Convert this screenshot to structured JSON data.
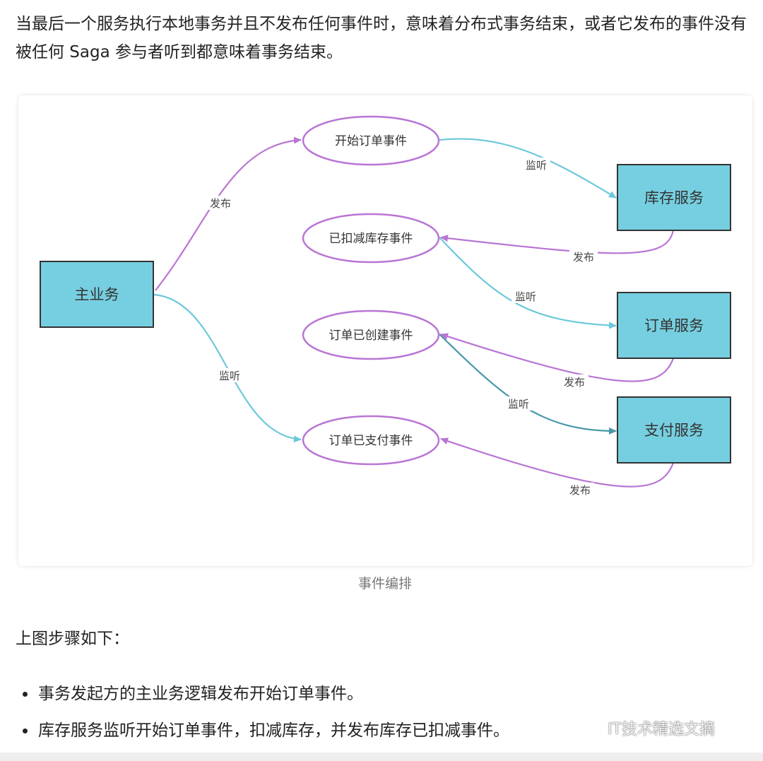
{
  "intro_text": "当最后一个服务执行本地事务并且不发布任何事件时，意味着分布式事务结束，或者它发布的事件没有被任何 Saga 参与者听到都意味着事务结束。",
  "diagram": {
    "nodes": {
      "main": "主业务",
      "inventory": "库存服务",
      "order": "订单服务",
      "payment": "支付服务"
    },
    "events": {
      "start_order": "开始订单事件",
      "stock_deducted": "已扣减库存事件",
      "order_created": "订单已创建事件",
      "order_paid": "订单已支付事件"
    },
    "edge_labels": {
      "main_publish": "发布",
      "main_listen": "监听",
      "inventory_listen": "监听",
      "inventory_publish": "发布",
      "order_listen": "监听",
      "order_publish": "发布",
      "payment_listen": "监听",
      "payment_publish": "发布"
    },
    "colors": {
      "node_fill": "#76cfe0",
      "node_stroke": "#333333",
      "ellipse_stroke": "#b975d4",
      "publish_edge": "#b975d4",
      "listen_edge": "#6cc8dc",
      "listen_edge_dark": "#4898a8"
    }
  },
  "caption": "事件编排",
  "steps_title": "上图步骤如下：",
  "steps": [
    "事务发起方的主业务逻辑发布开始订单事件。",
    "库存服务监听开始订单事件，扣减库存，并发布库存已扣减事件。"
  ],
  "watermark": {
    "icon": "wechat-icon",
    "text": "IT技术精选文摘"
  }
}
